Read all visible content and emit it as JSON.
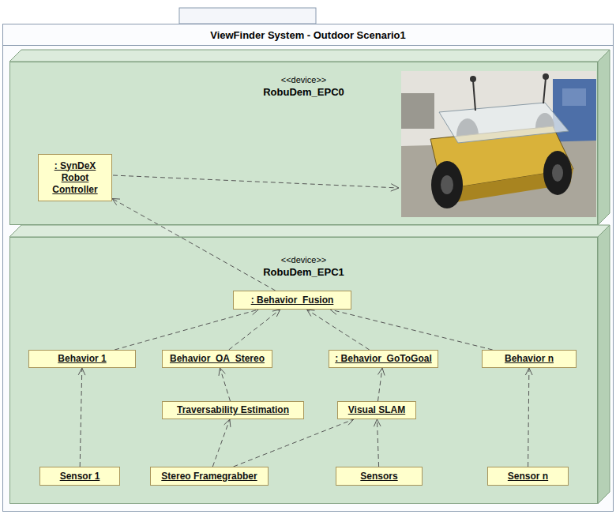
{
  "diagram": {
    "nodes": [
      {
        "text": [
          "ViewFinder System - Outdoor Scenario1"
        ]
      },
      {
        "text": [
          "<<device>>",
          "RobuDem_EPC0"
        ],
        "in": 0
      },
      {
        "text": [
          ": SynDeX Robot Controller"
        ],
        "in": 1
      },
      {
        "text": [
          "<<device>>",
          "RobuDem_EPC1"
        ],
        "in": 0
      },
      {
        "text": [
          ": Behavior_Fusion"
        ],
        "in": 3
      },
      {
        "text": [
          "Behavior 1"
        ],
        "in": 3
      },
      {
        "text": [
          "Behavior_OA_Stereo"
        ],
        "in": 3
      },
      {
        "text": [
          ": Behavior_GoToGoal"
        ],
        "in": 3
      },
      {
        "text": [
          "Behavior n"
        ],
        "in": 3
      },
      {
        "text": [
          "Traversability Estimation"
        ],
        "in": 3
      },
      {
        "text": [
          "Visual SLAM"
        ],
        "in": 3
      },
      {
        "text": [
          "Sensor 1"
        ],
        "in": 3
      },
      {
        "text": [
          "Stereo Framegrabber"
        ],
        "in": 3
      },
      {
        "text": [
          "Sensors"
        ],
        "in": 3
      },
      {
        "text": [
          "Sensor n"
        ],
        "in": 3
      }
    ],
    "edges": [
      {
        "from": 4,
        "to": 2,
        "arrow": "to"
      },
      {
        "from": 5,
        "to": 4,
        "arrow": "to"
      },
      {
        "from": 6,
        "to": 4,
        "arrow": "to"
      },
      {
        "from": 7,
        "to": 4,
        "arrow": "to"
      },
      {
        "from": 8,
        "to": 4,
        "arrow": "to"
      },
      {
        "from": 11,
        "to": 5,
        "arrow": "to"
      },
      {
        "from": 9,
        "to": 6,
        "arrow": "to"
      },
      {
        "from": 12,
        "to": 9,
        "arrow": "to"
      },
      {
        "from": 12,
        "to": 10,
        "arrow": "to"
      },
      {
        "from": 13,
        "to": 10,
        "arrow": "to"
      },
      {
        "from": 10,
        "to": 7,
        "arrow": "to"
      },
      {
        "from": 14,
        "to": 8,
        "arrow": "to"
      }
    ]
  }
}
